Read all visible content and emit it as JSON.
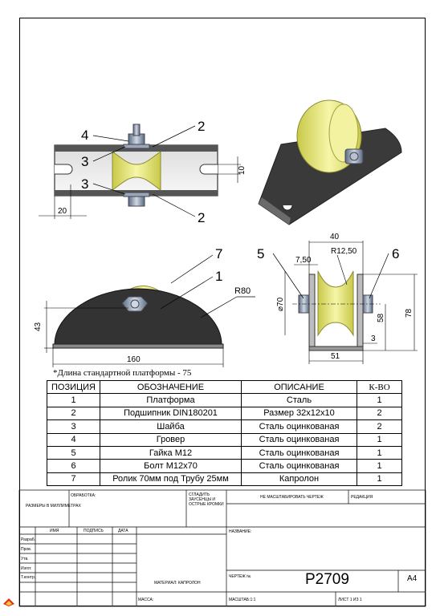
{
  "dims": {
    "top_width": "20",
    "top_height": "10",
    "front_height": "43",
    "front_width": "160",
    "front_radius": "R80",
    "side_width": "40",
    "side_offset": "7,50",
    "side_radius": "R12,50",
    "side_diameter": "⌀70",
    "side_total_height": "78",
    "side_height": "58",
    "side_base": "51",
    "side_gap": "3"
  },
  "callouts": {
    "c4": "4",
    "c3a": "3",
    "c3b": "3",
    "c2a": "2",
    "c2b": "2",
    "c7": "7",
    "c1": "1",
    "c5": "5",
    "c6": "6"
  },
  "note": "*Длина стандартной платформы - 75",
  "parts": {
    "headers": [
      "ПОЗИЦИЯ",
      "ОБОЗНАЧЕНИЕ",
      "ОПИСАНИЕ",
      "К-ВО"
    ],
    "rows": [
      [
        "1",
        "Платформа",
        "Сталь",
        "1"
      ],
      [
        "2",
        "Подшипник DIN180201",
        "Размер 32х12х10",
        "2"
      ],
      [
        "3",
        "Шайба",
        "Сталь оцинкованая",
        "2"
      ],
      [
        "4",
        "Гровер",
        "Сталь оцинкованая",
        "1"
      ],
      [
        "5",
        "Гайка М12",
        "Сталь оцинкованая",
        "1"
      ],
      [
        "6",
        "Болт М12х70",
        "Сталь оцинкованая",
        "1"
      ],
      [
        "7",
        "Ролик 70мм под Трубу 25мм",
        "Капролон",
        "1"
      ]
    ]
  },
  "title_block": {
    "units": "РАЗМЕРЫ В МИЛЛИМЕТРАХ",
    "finish": "ОБРАБОТКА:",
    "deburr": "СГЛАДИТЬ ЗАУСЕНЦЫ И ОСТРЫЕ КРОМКИ",
    "no_scale": "НЕ МАСШТАБИРОВАТЬ ЧЕРТЕЖ",
    "revision": "РЕДАКЦИЯ",
    "col_name": "ИМЯ",
    "col_sign": "ПОДПИСЬ",
    "col_date": "ДАТА",
    "title": "НАЗВАНИЕ:",
    "roles": [
      "Разраб.",
      "Пров.",
      "Утв.",
      "Изгот.",
      "Т.контр."
    ],
    "material": "МАТЕРИАЛ: КАПРОЛОН",
    "drawing_no_label": "ЧЕРТЕЖ №",
    "drawing_no": "Р2709",
    "format": "А4",
    "mass": "МАССА:",
    "scale": "МАСШТАБ:1:1",
    "sheet": "ЛИСТ 1 ИЗ 1"
  },
  "colors": {
    "roller": "#e8e87a",
    "plate": "#2e2e2e",
    "bolt": "#8a9ab0",
    "accent_badge": "#e03010"
  }
}
